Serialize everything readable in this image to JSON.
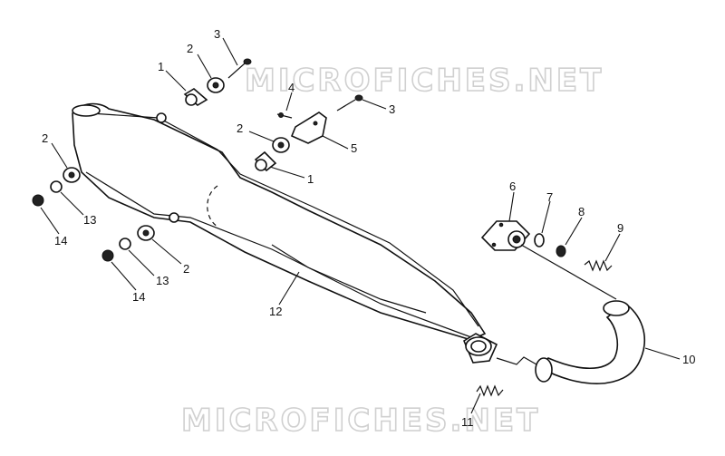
{
  "watermark": {
    "text": "MICROFICHES.NET"
  },
  "callouts": [
    {
      "id": "c1a",
      "label": "1"
    },
    {
      "id": "c2a",
      "label": "2"
    },
    {
      "id": "c3a",
      "label": "3"
    },
    {
      "id": "c4",
      "label": "4"
    },
    {
      "id": "c3b",
      "label": "3"
    },
    {
      "id": "c2b",
      "label": "2"
    },
    {
      "id": "c5",
      "label": "5"
    },
    {
      "id": "c1b",
      "label": "1"
    },
    {
      "id": "c2c",
      "label": "2"
    },
    {
      "id": "c13a",
      "label": "13"
    },
    {
      "id": "c14a",
      "label": "14"
    },
    {
      "id": "c2d",
      "label": "2"
    },
    {
      "id": "c13b",
      "label": "13"
    },
    {
      "id": "c14b",
      "label": "14"
    },
    {
      "id": "c12",
      "label": "12"
    },
    {
      "id": "c6",
      "label": "6"
    },
    {
      "id": "c7",
      "label": "7"
    },
    {
      "id": "c8",
      "label": "8"
    },
    {
      "id": "c9",
      "label": "9"
    },
    {
      "id": "c10",
      "label": "10"
    },
    {
      "id": "c11",
      "label": "11"
    }
  ]
}
